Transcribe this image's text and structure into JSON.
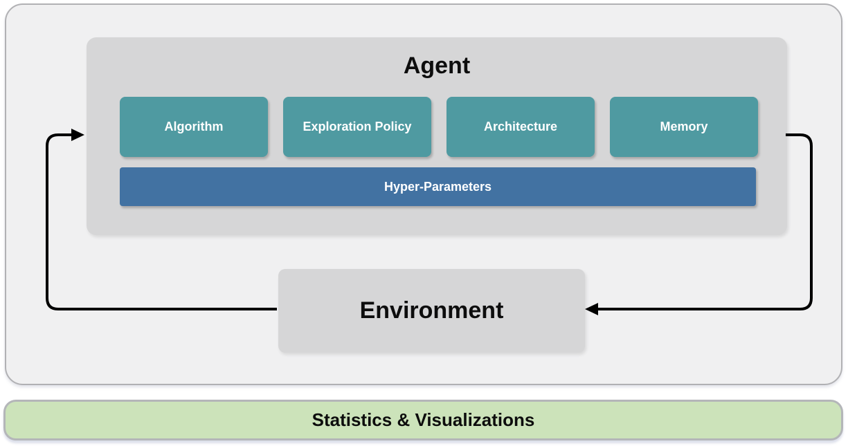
{
  "colors": {
    "panel_bg": "#f0f0f1",
    "panel_border": "#b1b1b4",
    "gray_box": "#d6d6d7",
    "teal": "#4f9aa1",
    "blue": "#4272a2",
    "green_bg": "#cce3ba",
    "green_border": "#b4b6b9",
    "arrow": "#000000",
    "label_on_dark": "#ffffff",
    "text": "#0d0d0d"
  },
  "diagram": {
    "agent": {
      "title": "Agent",
      "components": [
        {
          "label": "Algorithm"
        },
        {
          "label": "Exploration Policy"
        },
        {
          "label": "Architecture"
        },
        {
          "label": "Memory"
        }
      ],
      "hyper_parameters_label": "Hyper-Parameters"
    },
    "environment": {
      "title": "Environment"
    },
    "footer": {
      "label": "Statistics & Visualizations"
    }
  }
}
